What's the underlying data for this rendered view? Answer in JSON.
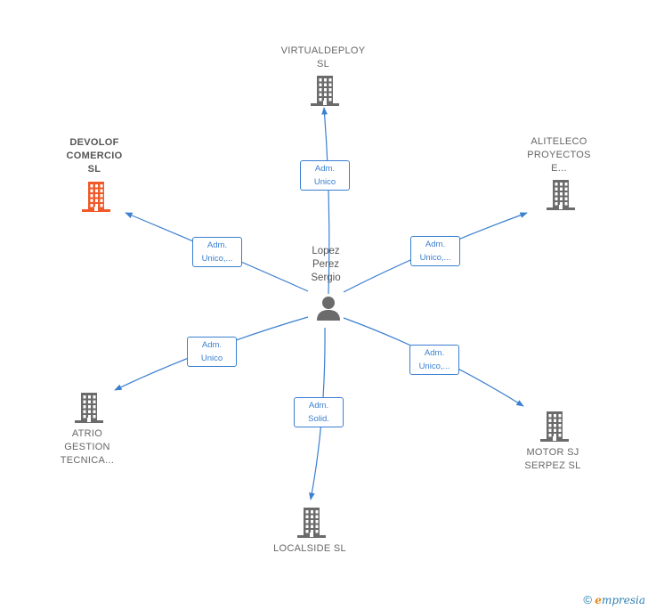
{
  "center": {
    "name": "Lopez\nPerez\nSergio",
    "icon": "person-icon"
  },
  "companies": [
    {
      "id": "virtualdeploy",
      "name": "VIRTUALDEPLOY\nSL",
      "role": "Adm.\nUnico",
      "color": "#6b6b6b",
      "focus": false
    },
    {
      "id": "aliteleco",
      "name": "ALITELECO\nPROYECTOS\nE...",
      "role": "Adm.\nUnico,...",
      "color": "#6b6b6b",
      "focus": false
    },
    {
      "id": "motor-sj",
      "name": "MOTOR SJ\nSERPEZ  SL",
      "role": "Adm.\nUnico,...",
      "color": "#6b6b6b",
      "focus": false
    },
    {
      "id": "localside",
      "name": "LOCALSIDE  SL",
      "role": "Adm.\nSolid.",
      "color": "#6b6b6b",
      "focus": false
    },
    {
      "id": "atrio",
      "name": "ATRIO\nGESTION\nTECNICA...",
      "role": "Adm.\nUnico",
      "color": "#6b6b6b",
      "focus": false
    },
    {
      "id": "devolof",
      "name": "DEVOLOF\nCOMERCIO\nSL",
      "role": "Adm.\nUnico,...",
      "color": "#f05a28",
      "focus": true
    }
  ],
  "colors": {
    "edge": "#3a7fd0",
    "building": "#6b6b6b",
    "highlight": "#f05a28"
  },
  "footer": {
    "copyright": "©",
    "brand_initial": "e",
    "brand_rest": "mpresia"
  }
}
